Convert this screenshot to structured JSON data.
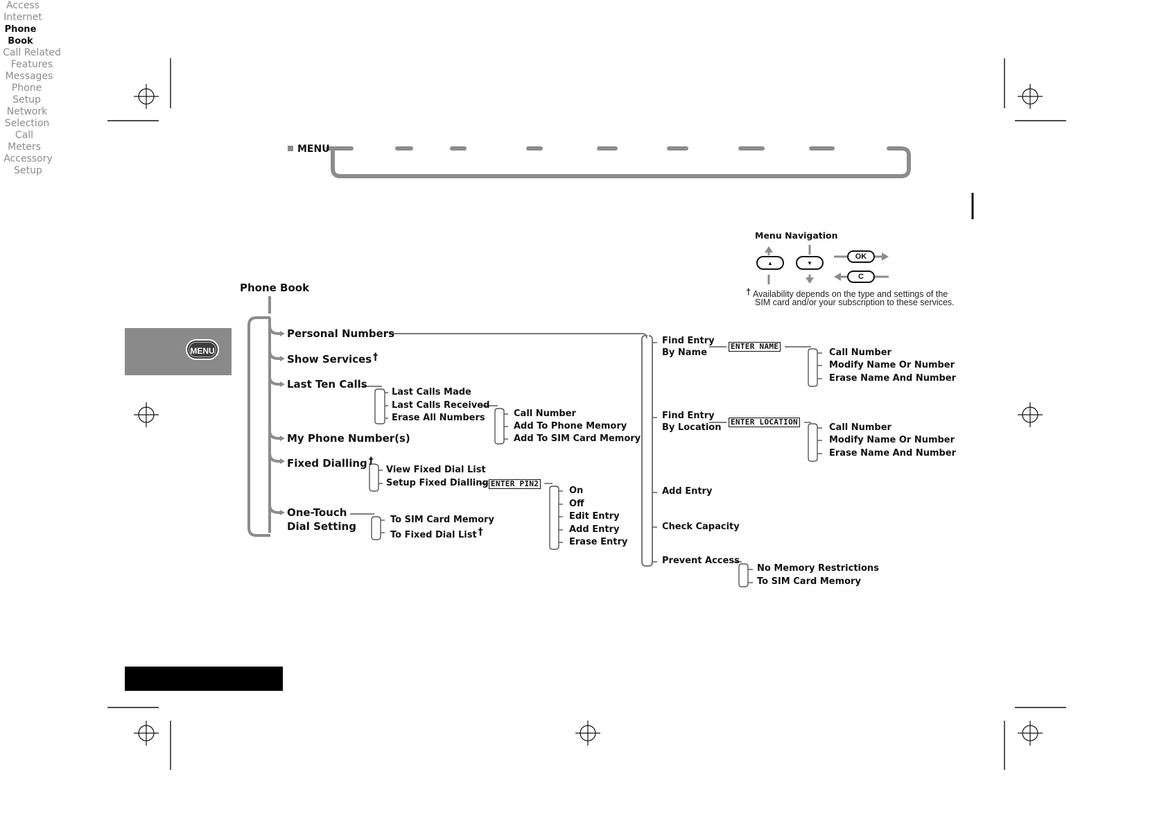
{
  "top_bar": {
    "menu_label": "MENU",
    "items": [
      {
        "line1": "Access",
        "line2": "Internet"
      },
      {
        "line1": "Phone",
        "line2": "Book"
      },
      {
        "line1": "Call Related",
        "line2": "Features"
      },
      {
        "line1": "Messages",
        "line2": ""
      },
      {
        "line1": "Phone",
        "line2": "Setup"
      },
      {
        "line1": "Network",
        "line2": "Selection"
      },
      {
        "line1": "Call",
        "line2": "Meters"
      },
      {
        "line1": "Accessory",
        "line2": "Setup"
      }
    ]
  },
  "side_tab": {
    "button_label": "MENU"
  },
  "legend": {
    "title": "Menu Navigation",
    "ok_label": "OK",
    "c_label": "C",
    "up_glyph": "▲",
    "down_glyph": "▼",
    "dagger": "†",
    "note_line1": "Availability depends on the type and settings of the",
    "note_line2": "SIM card and/or your subscription to these services."
  },
  "tree": {
    "root": "Phone Book",
    "level1": {
      "personal_numbers": "Personal Numbers",
      "show_services": "Show Services",
      "last_ten_calls": "Last Ten Calls",
      "my_phone_numbers": "My Phone Number(s)",
      "fixed_dialling": "Fixed Dialling",
      "one_touch_1": "One-Touch",
      "one_touch_2": "Dial Setting"
    },
    "last_ten_calls_sub": [
      "Last Calls Made",
      "Last Calls Received",
      "Erase All Numbers"
    ],
    "last_calls_received_sub": [
      "Call Number",
      "Add To Phone Memory",
      "Add To SIM Card Memory"
    ],
    "fixed_dialling_sub": [
      "View Fixed Dial List",
      "Setup Fixed Dialling"
    ],
    "pin2_prompt": "ENTER PIN2",
    "setup_fixed_sub": [
      "On",
      "Off",
      "Edit Entry",
      "Add Entry",
      "Erase Entry"
    ],
    "one_touch_sub": [
      "To SIM Card Memory",
      "To Fixed Dial List"
    ],
    "personal_sub": {
      "find_name_1": "Find Entry",
      "find_name_2": "By Name",
      "find_loc_1": "Find Entry",
      "find_loc_2": "By Location",
      "add_entry": "Add Entry",
      "check_capacity": "Check Capacity",
      "prevent_access": "Prevent Access"
    },
    "name_prompt": "ENTER NAME",
    "location_prompt": "ENTER LOCATION",
    "find_name_sub": [
      "Call Number",
      "Modify Name Or Number",
      "Erase Name And Number"
    ],
    "find_loc_sub": [
      "Call Number",
      "Modify Name Or Number",
      "Erase Name And Number"
    ],
    "prevent_sub": [
      "No Memory Restrictions",
      "To SIM Card Memory"
    ]
  }
}
